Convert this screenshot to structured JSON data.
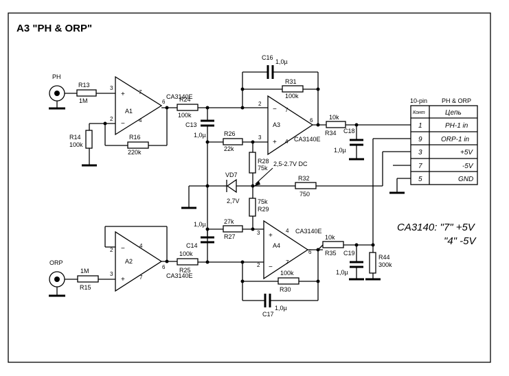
{
  "title": "A3 \"PH & ORP\"",
  "inputs": {
    "ph": "PH",
    "orp": "ORP"
  },
  "resistors": {
    "r13": {
      "ref": "R13",
      "val": "1M"
    },
    "r14": {
      "ref": "R14",
      "val": "100k"
    },
    "r16": {
      "ref": "R16",
      "val": "220k"
    },
    "r24": {
      "ref": "R24",
      "val": "100k"
    },
    "r31": {
      "ref": "R31",
      "val": "100k"
    },
    "r26": {
      "ref": "R26",
      "val": "22k"
    },
    "r28": {
      "ref": "R28",
      "val": "75k"
    },
    "r32": {
      "ref": "R32",
      "val": "750"
    },
    "r29": {
      "ref": "R29",
      "val": "75k"
    },
    "r34": {
      "ref": "R34",
      "val": "10k"
    },
    "r27": {
      "ref": "R27",
      "val": "27k"
    },
    "r25": {
      "ref": "R25",
      "val": "100k"
    },
    "r15": {
      "ref": "R15",
      "val": "1M"
    },
    "r30": {
      "ref": "R30",
      "val": "100k"
    },
    "r35": {
      "ref": "R35",
      "val": "10k"
    },
    "r44": {
      "ref": "R44",
      "val": "300k"
    }
  },
  "capacitors": {
    "c16": {
      "ref": "C16",
      "val": "1,0µ"
    },
    "c13": {
      "ref": "C13",
      "val": "1,0µ"
    },
    "c18": {
      "ref": "C18",
      "val": "1,0µ"
    },
    "c14": {
      "ref": "C14",
      "val": "1,0µ"
    },
    "c19": {
      "ref": "C19",
      "val": "1,0µ"
    },
    "c17": {
      "ref": "C17",
      "val": "1,0µ"
    }
  },
  "diode": {
    "ref": "VD7",
    "val": "2,7V"
  },
  "opamps": {
    "a1": {
      "ref": "A1",
      "part": "CA3140E"
    },
    "a2": {
      "ref": "A2",
      "part": "CA3140E"
    },
    "a3": {
      "ref": "A3",
      "part": "CA3140E"
    },
    "a4": {
      "ref": "A4",
      "part": "CA3140E"
    }
  },
  "pins": {
    "a1": {
      "in_plus": "3",
      "in_minus": "2",
      "p7": "7",
      "p4": "4",
      "out": "6"
    },
    "a2": {
      "in_minus": "2",
      "in_plus": "3",
      "p4": "4",
      "p7": "7",
      "out": "6"
    },
    "a3": {
      "in_minus": "2",
      "in_plus": "3",
      "p7": "7",
      "p4": "4",
      "out": "6"
    },
    "a4": {
      "in_plus": "3",
      "in_minus": "2",
      "p4": "4",
      "p7": "7",
      "out": "6"
    }
  },
  "ref_voltage": "2,5-2.7V DC",
  "connector": {
    "pin_header": "10-pin",
    "name_header": "PH & ORP",
    "col_contact": "Конт",
    "col_circuit": "Цепь",
    "rows": [
      {
        "pin": "1",
        "name": "PH-1 in"
      },
      {
        "pin": "9",
        "name": "ORP-1 in"
      },
      {
        "pin": "3",
        "name": "+5V"
      },
      {
        "pin": "7",
        "name": "-5V"
      },
      {
        "pin": "5",
        "name": "GND"
      }
    ]
  },
  "supply_note": {
    "line1": "CA3140: \"7\" +5V",
    "line2": "\"4\" -5V"
  }
}
